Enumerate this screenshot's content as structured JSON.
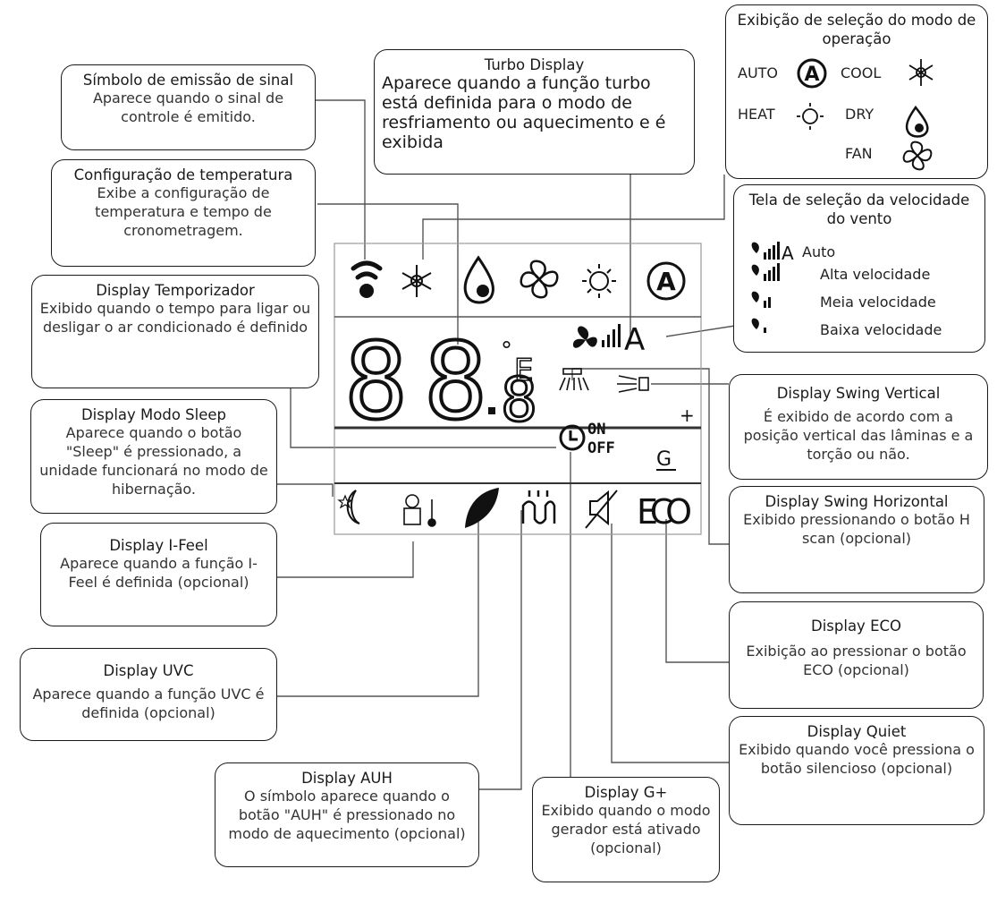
{
  "callouts": {
    "signal": {
      "title": "Símbolo de emissão de sinal",
      "desc": "Aparece quando o sinal de controle é emitido."
    },
    "temp_config": {
      "title": "Configuração de temperatura",
      "desc": "Exibe a configuração de temperatura e tempo de cronometragem."
    },
    "timer": {
      "title": "Display Temporizador",
      "desc": "Exibido quando o tempo para ligar ou desligar o ar condicionado é definido"
    },
    "sleep": {
      "title": "Display Modo Sleep",
      "desc": "Aparece quando o botão \"Sleep\" é pressionado, a unidade funcionará no modo de hibernação."
    },
    "ifeel": {
      "title": "Display I-Feel",
      "desc": "Aparece quando a função I-Feel é definida (opcional)"
    },
    "uvc": {
      "title": "Display UVC",
      "desc": "Aparece quando a função UVC é definida (opcional)"
    },
    "auh": {
      "title": "Display AUH",
      "desc": "O símbolo aparece quando o botão \"AUH\" é pressionado no modo de aquecimento (opcional)"
    },
    "gplus": {
      "title": "Display G+",
      "desc": "Exibido quando o modo gerador está ativado (opcional)"
    },
    "turbo": {
      "title": "Turbo Display",
      "desc": "Aparece quando a função turbo está definida para o modo de resfriamento ou aquecimento e é exibida"
    },
    "mode_select": {
      "title": "Exibição de seleção do modo de operação"
    },
    "wind_select": {
      "title": "Tela de seleção da velocidade do vento"
    },
    "swing_v": {
      "title": "Display Swing Vertical",
      "desc": "É exibido de acordo com a posição vertical das lâminas e a torção ou não."
    },
    "swing_h": {
      "title": "Display Swing Horizontal",
      "desc": "Exibido pressionando o botão H scan (opcional)"
    },
    "eco": {
      "title": "Display ECO",
      "desc": "Exibição ao pressionar o botão ECO (opcional)"
    },
    "quiet": {
      "title": "Display Quiet",
      "desc": "Exibido quando você pressiona o botão silencioso (opcional)"
    }
  },
  "modes": {
    "auto": "AUTO",
    "cool": "COOL",
    "heat": "HEAT",
    "dry": "DRY",
    "fan": "FAN"
  },
  "wind_speeds": {
    "auto": "Auto",
    "high": "Alta velocidade",
    "mid": "Meia velocidade",
    "low": "Baixa velocidade"
  },
  "lcd": {
    "digits": "88",
    "decimal_digit": "8",
    "unit": "E",
    "turbo_letter": "A",
    "on": "ON",
    "off": "OFF",
    "eco": "ECO",
    "auto_badge": "A",
    "plus": "+",
    "g_symbol": "G"
  },
  "colors": {
    "ink": "#1a1a1a",
    "line": "#555555"
  }
}
